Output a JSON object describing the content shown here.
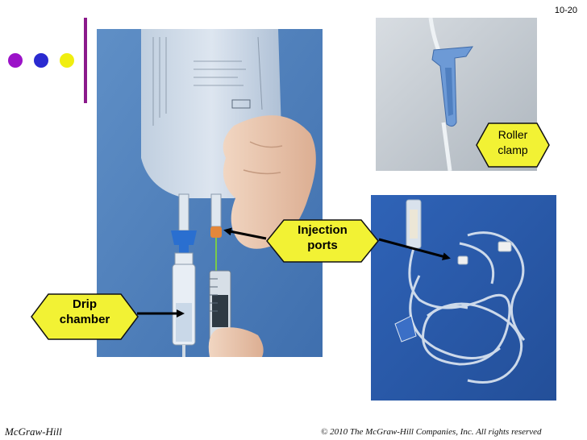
{
  "slide": {
    "number": "10-20"
  },
  "decor": {
    "dot_colors": [
      "#9b12c8",
      "#2a2ad0",
      "#f0ee10"
    ],
    "bar_color": "#8b1a8b"
  },
  "callouts": {
    "drip_chamber": {
      "line1": "Drip",
      "line2": "chamber"
    },
    "injection_ports": {
      "line1": "Injection",
      "line2": "ports"
    },
    "roller_clamp": {
      "line1": "Roller",
      "line2": "clamp"
    }
  },
  "footer": {
    "publisher": "McGraw-Hill",
    "copyright": "© 2010 The McGraw-Hill Companies, Inc. All rights reserved"
  }
}
